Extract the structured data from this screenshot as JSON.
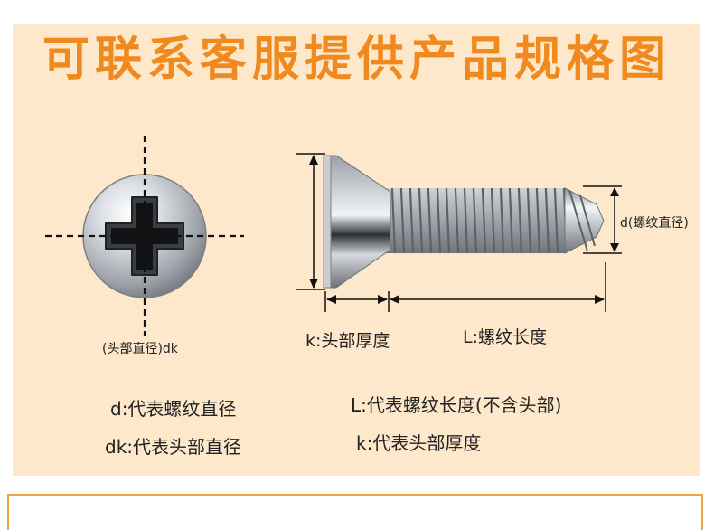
{
  "title": "可联系客服提供产品规格图",
  "labels": {
    "head_diameter": "(头部直径)dk",
    "thread_diameter": "d(螺纹直径)",
    "head_thickness": "k:头部厚度",
    "thread_length": "L:螺纹长度"
  },
  "definitions": {
    "d": "d:代表螺纹直径",
    "dk": "dk:代表头部直径",
    "L": "L:代表螺纹长度(不含头部)",
    "k": "k:代表头部厚度"
  },
  "colors": {
    "panel_background": "#fde8cc",
    "title": "#f08a1e",
    "border": "#f0a040",
    "metal": "#b8bcc2"
  }
}
